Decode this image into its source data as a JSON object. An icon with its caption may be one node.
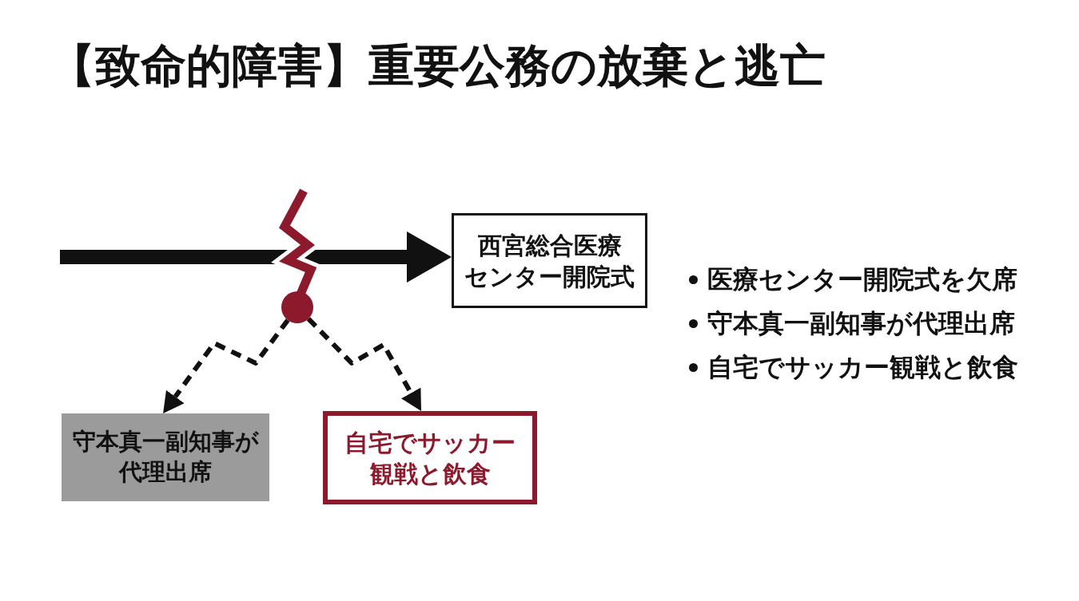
{
  "diagram": {
    "title": "【致命的障害】重要公務の放棄と逃亡",
    "nodes": [
      {
        "text": [
          "西宮総合医療センター開院式"
        ]
      },
      {
        "text": [],
        "shape": "circle"
      },
      {
        "text": [
          "守本真一副知事が代理出席"
        ]
      },
      {
        "text": [
          "自宅でサッカー観戦と飲食"
        ]
      }
    ],
    "edges": [
      {
        "from": null,
        "to": 0,
        "arrow": "to",
        "style": "thick"
      },
      {
        "from": 1,
        "to": 2,
        "arrow": "to",
        "style": "dashed"
      },
      {
        "from": 1,
        "to": 3,
        "arrow": "to",
        "style": "dashed"
      }
    ],
    "labels": [
      "医療センター開院式を欠席",
      "守本真一副知事が代理出席",
      "自宅でサッカー観戦と飲食"
    ]
  }
}
